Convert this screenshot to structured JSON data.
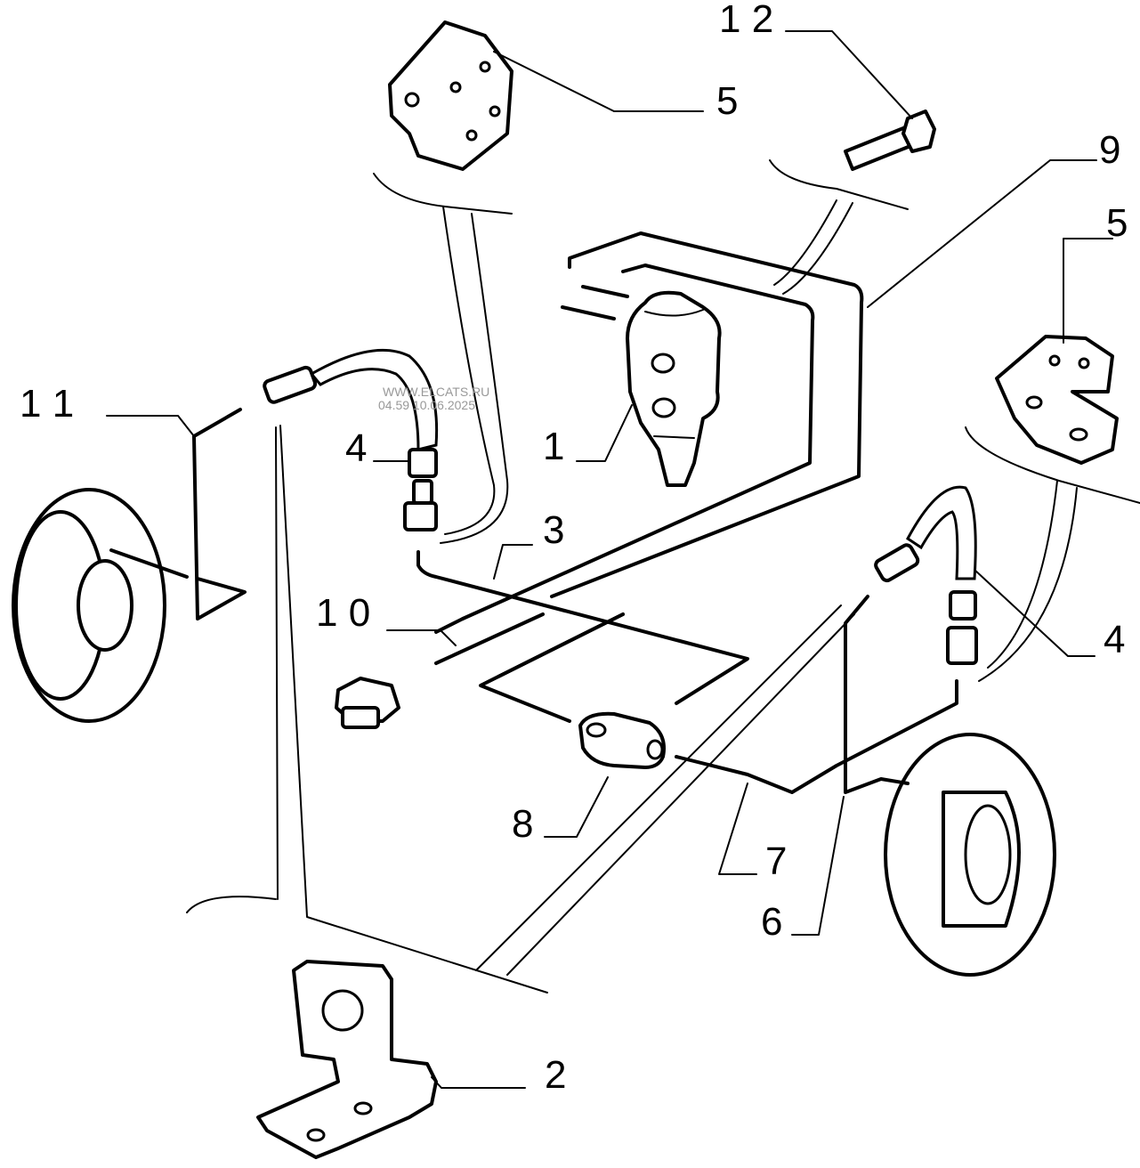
{
  "diagram": {
    "watermark_line1": "WWW.ELCATS.RU",
    "watermark_line2": "04.59 10.06.2025",
    "callouts": {
      "c1": "1",
      "c2": "2",
      "c3": "3",
      "c4a": "4",
      "c4b": "4",
      "c5a": "5",
      "c5b": "5",
      "c6": "6",
      "c7": "7",
      "c8": "8",
      "c9": "9",
      "c10": "1 0",
      "c11": "1 1",
      "c12": "1 2"
    }
  }
}
